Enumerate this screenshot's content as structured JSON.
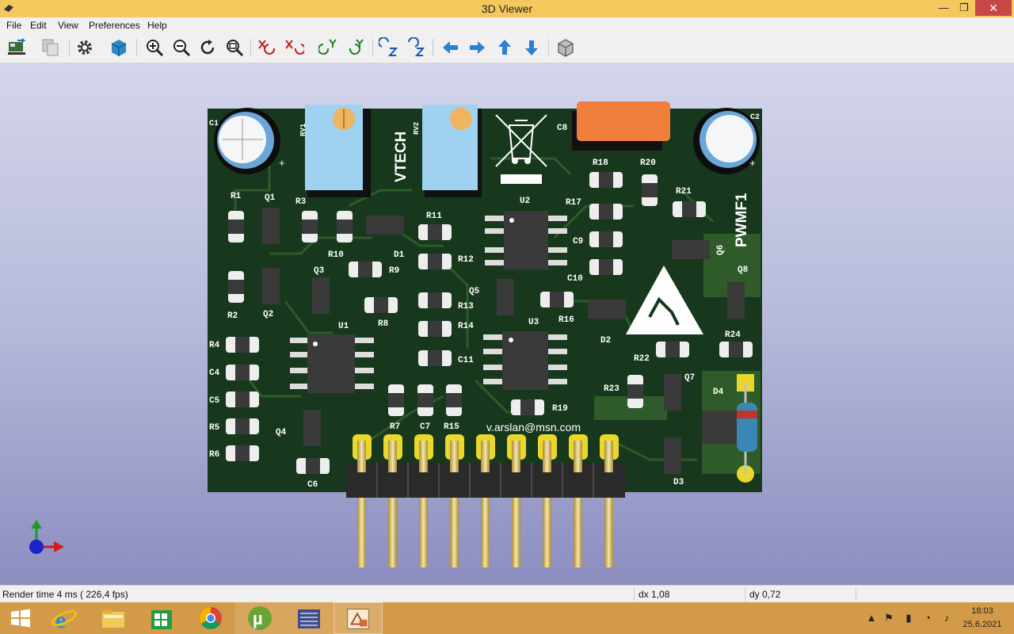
{
  "window": {
    "title": "3D Viewer",
    "minimize_glyph": "—",
    "maximize_glyph": "❐",
    "close_glyph": "✕"
  },
  "menu": {
    "items": [
      "File",
      "Edit",
      "View",
      "Preferences",
      "Help"
    ]
  },
  "toolbar": {
    "buttons": [
      "reload-board-icon",
      "copy-image-icon",
      "settings-gear-icon",
      "render-mode-icon",
      "zoom-in-icon",
      "zoom-out-icon",
      "redraw-icon",
      "zoom-fit-icon",
      "rotate-x-cw-icon",
      "rotate-x-ccw-icon",
      "rotate-y-cw-icon",
      "rotate-y-ccw-icon",
      "rotate-z-cw-icon",
      "rotate-z-ccw-icon",
      "pan-left-icon",
      "pan-right-icon",
      "pan-up-icon",
      "pan-down-icon",
      "ortho-view-icon"
    ]
  },
  "board": {
    "brand": "VTECH",
    "name": "PWMF1",
    "email": "v.arslan@msn.com",
    "labels": {
      "rv1": "RV1",
      "rv2": "RV2",
      "c1": "C1",
      "c2": "C2",
      "c8": "C8",
      "r1": "R1",
      "q1": "Q1",
      "r3": "R3",
      "r10": "R10",
      "d1": "D1",
      "r11": "R11",
      "r12": "R12",
      "u2": "U2",
      "r17": "R17",
      "r18": "R18",
      "r20": "R20",
      "r21": "R21",
      "c9": "C9",
      "c10": "C10",
      "q6": "Q6",
      "q8": "Q8",
      "r9": "R9",
      "q3": "Q3",
      "r2": "R2",
      "q2": "Q2",
      "r8": "R8",
      "u1": "U1",
      "r13": "R13",
      "r14": "R14",
      "q5": "Q5",
      "u3": "U3",
      "r16": "R16",
      "d2": "D2",
      "r22": "R22",
      "r24": "R24",
      "c11": "C11",
      "r4": "R4",
      "c4": "C4",
      "c5": "C5",
      "r5": "R5",
      "r6": "R6",
      "q4": "Q4",
      "c6": "C6",
      "r7": "R7",
      "c7": "C7",
      "r15": "R15",
      "r19": "R19",
      "r23": "R23",
      "q7": "Q7",
      "d4": "D4",
      "d3": "D3"
    }
  },
  "status": {
    "render_time": "Render time 4 ms ( 226,4 fps)",
    "dx": "dx 1,08",
    "dy": "dy 0,72"
  },
  "taskbar": {
    "apps": [
      "start-icon",
      "internet-explorer-icon",
      "file-explorer-icon",
      "store-icon",
      "chrome-icon",
      "utorrent-icon",
      "kicad-app-icon",
      "3d-viewer-app-icon"
    ],
    "time": "18:03",
    "date": "25.6.2021"
  }
}
